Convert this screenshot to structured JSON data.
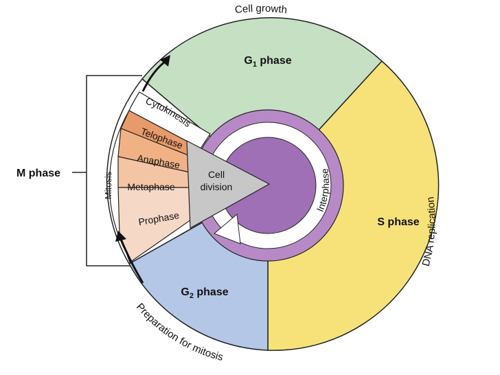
{
  "diagram": {
    "outer_labels": {
      "cell_growth": "Cell growth",
      "dna_replication": "DNA replication",
      "preparation_for_mitosis": "Preparation for mitosis"
    },
    "phases": {
      "g1": {
        "letter": "G",
        "sub": "1",
        "word": " phase",
        "color": "#c6e0c4"
      },
      "s": {
        "label": "S phase",
        "color": "#f7e27a"
      },
      "g2": {
        "letter": "G",
        "sub": "2",
        "word": " phase",
        "color": "#b4c7e6"
      }
    },
    "m_phase": {
      "label": "M phase",
      "mitosis_label": "Mitosis",
      "cytokinesis": "Cytokinesis",
      "stages": [
        {
          "name": "Telophase",
          "color": "#e89a6a"
        },
        {
          "name": "Anaphase",
          "color": "#f0b285"
        },
        {
          "name": "Metaphase",
          "color": "#f4c5a4"
        },
        {
          "name": "Prophase",
          "color": "#f6d8c6"
        }
      ]
    },
    "center": {
      "cell_division_line1": "Cell",
      "cell_division_line2": "division",
      "interphase": "Interphase",
      "ring_color": "#b78ac7",
      "core_color": "#a070b6",
      "triangle_color": "#c7c7c7"
    }
  }
}
